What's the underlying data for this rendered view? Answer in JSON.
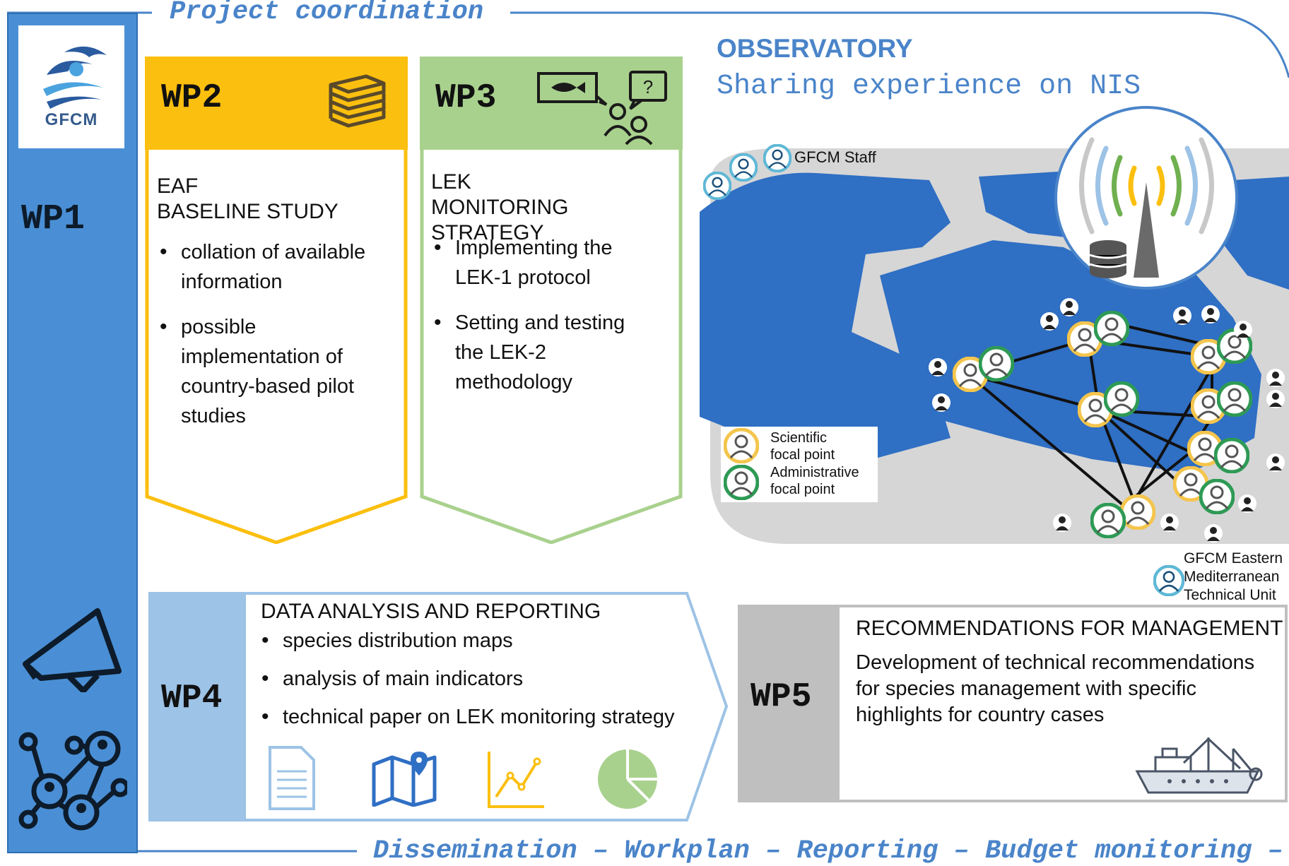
{
  "frame": {
    "top_title": "Project coordination",
    "bottom_title": "Dissemination – Workplan – Reporting – Budget monitoring –"
  },
  "wp1": {
    "label": "WP1",
    "logo_text": "GFCM"
  },
  "wp2": {
    "label": "WP2",
    "title": "EAF\nBASELINE STUDY",
    "bullets": [
      "collation of available information",
      "possible implementation of country-based pilot studies"
    ],
    "icon": "books-icon",
    "color": "#fbbf0f"
  },
  "wp3": {
    "label": "WP3",
    "title": "LEK\nMONITORING STRATEGY",
    "bullets": [
      "Implementing the LEK-1 protocol",
      "Setting and testing the LEK-2 methodology"
    ],
    "icon": "fish-interview-icon",
    "color": "#a9d18e"
  },
  "observatory": {
    "title": "OBSERVATORY",
    "subtitle": "Sharing experience on NIS",
    "staff_label": "GFCM Staff",
    "legend": {
      "scientific": "Scientific\nfocal point",
      "administrative": "Administrative\nfocal point"
    },
    "unit_label": "GFCM Eastern\nMediterranean\nTechnical Unit",
    "colors": {
      "map": "#2f6fc4",
      "scientific": "#f4c54d",
      "administrative": "#2e9a55",
      "staff": "#5fb8d6"
    }
  },
  "wp4": {
    "label": "WP4",
    "title": "DATA ANALYSIS AND REPORTING",
    "bullets": [
      "species distribution maps",
      "analysis of main indicators",
      "technical paper on LEK monitoring strategy"
    ],
    "color": "#9dc3e6"
  },
  "wp5": {
    "label": "WP5",
    "title": "RECOMMENDATIONS FOR MANAGEMENT",
    "text": "Development of technical recommendations for species management with specific highlights for country cases",
    "color": "#bfbfbf"
  },
  "colors": {
    "frame": "#4a84c9",
    "wp1": "#4a8fd5"
  }
}
